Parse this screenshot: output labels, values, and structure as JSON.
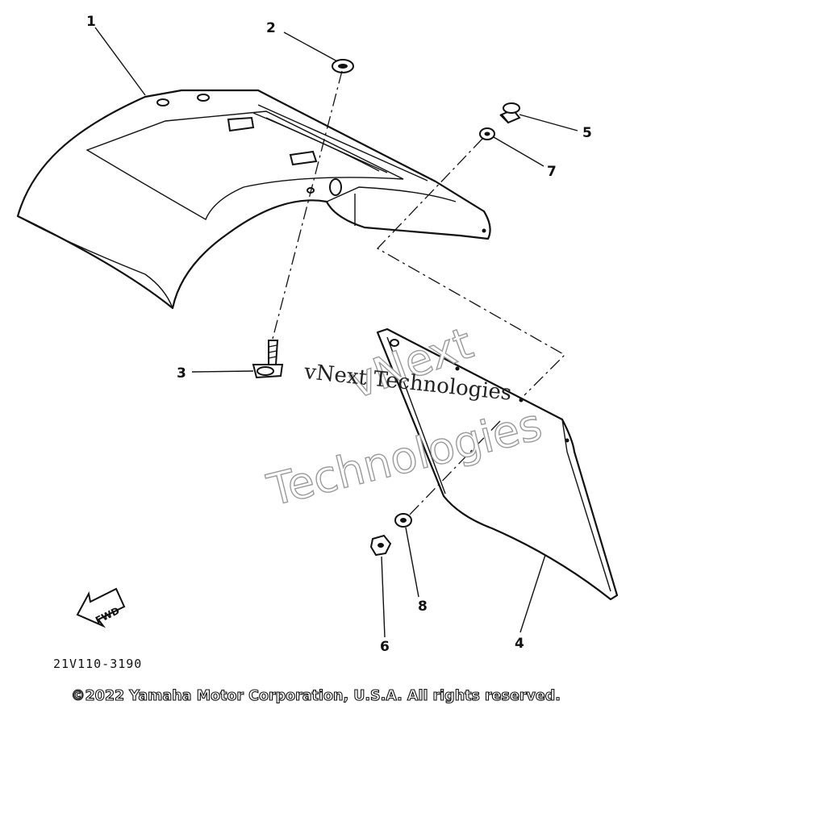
{
  "callouts": {
    "c1": "1",
    "c2": "2",
    "c3": "3",
    "c4": "4",
    "c5": "5",
    "c6": "6",
    "c7": "7",
    "c8": "8"
  },
  "fwd_label": "FWD",
  "diagram_code": "21V110-3190",
  "watermark": {
    "line1": "vNext",
    "line2": "Technologies",
    "serif": "vNext Technologies"
  },
  "copyright": "©2022 Yamaha Motor Corporation, U.S.A. All rights reserved."
}
